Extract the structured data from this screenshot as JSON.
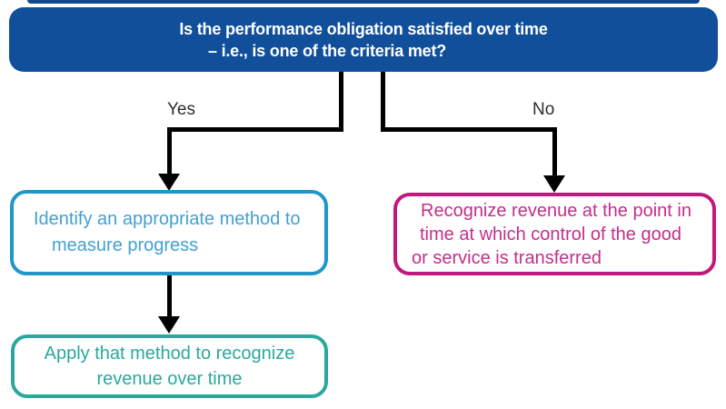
{
  "flowchart": {
    "question": {
      "lines": [
        "Is the performance obligation satisfied over time",
        "– i.e., is one of the criteria met?"
      ],
      "bg_color": "#114F9A",
      "text_color": "#FFFFFF"
    },
    "yes_branch": {
      "label": "Yes",
      "steps": [
        {
          "lines": [
            "Identify an appropriate method to",
            "measure progress"
          ],
          "border_color": "#2296C8",
          "text_color": "#44A0D2"
        },
        {
          "lines": [
            "Apply that method to recognize",
            "revenue over time"
          ],
          "border_color": "#2BA89D",
          "text_color": "#2BA89D"
        }
      ]
    },
    "no_branch": {
      "label": "No",
      "steps": [
        {
          "lines": [
            "Recognize revenue at the point in",
            "time at which control of the good",
            "or service is transferred"
          ],
          "border_color": "#C2177E",
          "text_color": "#C52E8B"
        }
      ]
    },
    "connector_color": "#000000",
    "label_color": "#2D2C2B"
  }
}
